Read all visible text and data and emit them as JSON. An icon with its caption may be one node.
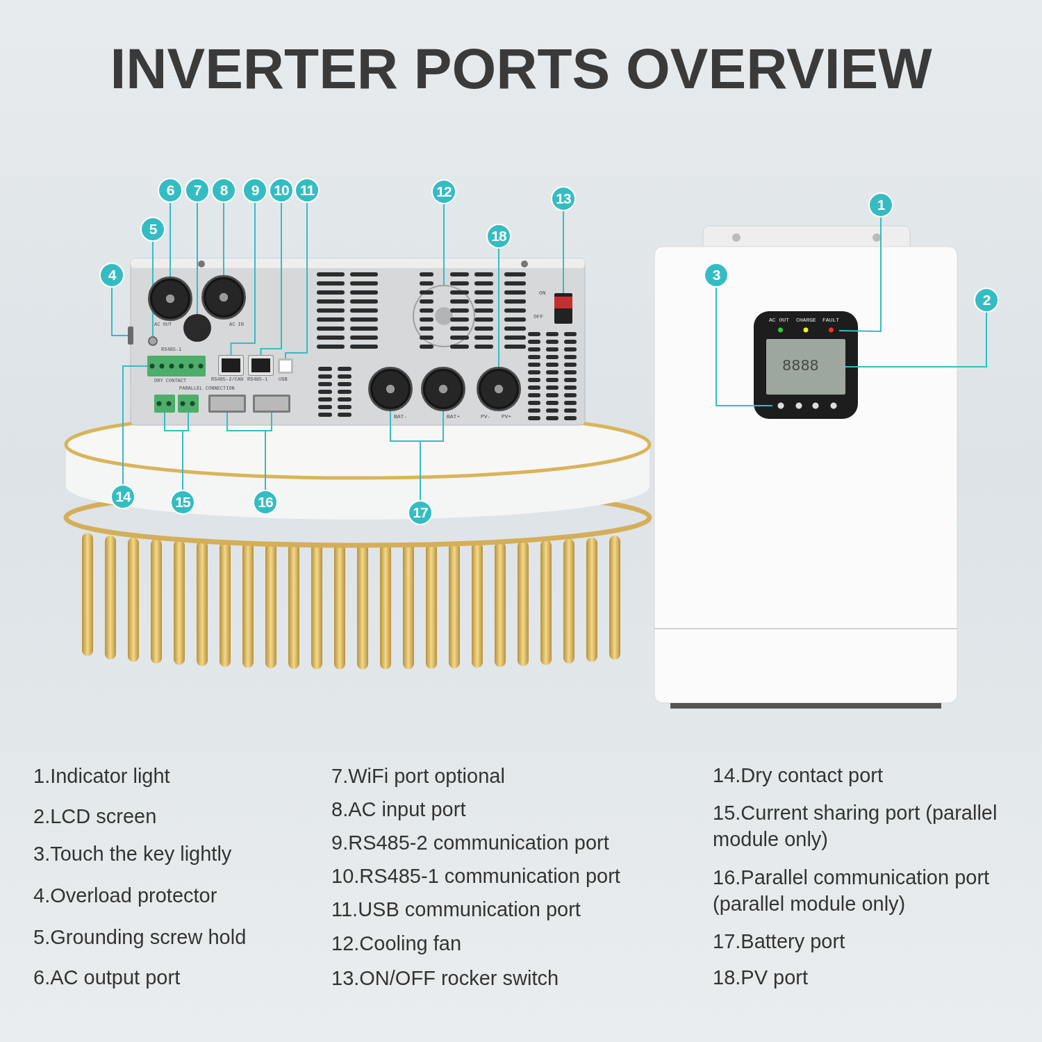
{
  "diagram": {
    "title": "INVERTER PORTS OVERVIEW",
    "nodes": [
      {
        "text": [
          "1"
        ]
      },
      {
        "text": [
          "2"
        ]
      },
      {
        "text": [
          "3"
        ]
      },
      {
        "text": [
          "4"
        ]
      },
      {
        "text": [
          "5"
        ]
      },
      {
        "text": [
          "6"
        ]
      },
      {
        "text": [
          "7"
        ]
      },
      {
        "text": [
          "8"
        ]
      },
      {
        "text": [
          "9"
        ]
      },
      {
        "text": [
          "10"
        ]
      },
      {
        "text": [
          "11"
        ]
      },
      {
        "text": [
          "12"
        ]
      },
      {
        "text": [
          "13"
        ]
      },
      {
        "text": [
          "14"
        ]
      },
      {
        "text": [
          "15"
        ]
      },
      {
        "text": [
          "16"
        ]
      },
      {
        "text": [
          "17"
        ]
      },
      {
        "text": [
          "18"
        ]
      },
      {
        "text": [],
        "shape": "box"
      },
      {
        "text": [],
        "shape": "box"
      },
      {
        "text": [],
        "shape": "box"
      },
      {
        "text": [],
        "shape": "box"
      },
      {
        "text": [],
        "shape": "circle"
      },
      {
        "text": [],
        "shape": "circle"
      },
      {
        "text": [],
        "shape": "circle"
      },
      {
        "text": [],
        "shape": "circle"
      },
      {
        "text": [],
        "shape": "box"
      },
      {
        "text": [],
        "shape": "box"
      },
      {
        "text": [],
        "shape": "box"
      },
      {
        "text": [],
        "shape": "circle"
      },
      {
        "text": [],
        "shape": "box"
      },
      {
        "text": [],
        "shape": "box"
      },
      {
        "text": [],
        "shape": "box"
      },
      {
        "text": [],
        "shape": "box"
      },
      {
        "text": [],
        "shape": "box"
      },
      {
        "text": [],
        "shape": "box"
      },
      {
        "text": [],
        "shape": "circle"
      },
      {
        "text": [],
        "shape": "circle"
      },
      {
        "text": [],
        "shape": "circle"
      }
    ],
    "edges": [
      {
        "from": 0,
        "to": 18,
        "arrow": "none"
      },
      {
        "from": 1,
        "to": 19,
        "arrow": "none"
      },
      {
        "from": 2,
        "to": 20,
        "arrow": "none"
      },
      {
        "from": 3,
        "to": 21,
        "arrow": "none"
      },
      {
        "from": 4,
        "to": 22,
        "arrow": "none"
      },
      {
        "from": 5,
        "to": 23,
        "arrow": "none"
      },
      {
        "from": 6,
        "to": 24,
        "arrow": "none"
      },
      {
        "from": 7,
        "to": 25,
        "arrow": "none"
      },
      {
        "from": 8,
        "to": 26,
        "arrow": "none"
      },
      {
        "from": 9,
        "to": 27,
        "arrow": "none"
      },
      {
        "from": 10,
        "to": 28,
        "arrow": "none"
      },
      {
        "from": 11,
        "to": 29,
        "arrow": "none"
      },
      {
        "from": 12,
        "to": 30,
        "arrow": "none"
      },
      {
        "from": 13,
        "to": 31,
        "arrow": "none"
      },
      {
        "from": 14,
        "to": 32,
        "arrow": "none"
      },
      {
        "from": 14,
        "to": 33,
        "arrow": "none"
      },
      {
        "from": 15,
        "to": 34,
        "arrow": "none"
      },
      {
        "from": 15,
        "to": 35,
        "arrow": "none"
      },
      {
        "from": 16,
        "to": 36,
        "arrow": "none"
      },
      {
        "from": 16,
        "to": 37,
        "arrow": "none"
      },
      {
        "from": 17,
        "to": 38,
        "arrow": "none"
      }
    ],
    "labels": [
      "AC OUT",
      "AC IN",
      "RS485-1",
      "DRY CONTACT",
      "RS485-2/CAN",
      "RS485-1",
      "USB",
      "PARALLEL CONNECTION",
      "ON",
      "OFF",
      "BAT-",
      "BAT+",
      "PV-",
      "PV+",
      "AC OUT",
      "CHARGE",
      "FAULT",
      "8888",
      "1.Indicator light",
      "2.LCD screen",
      "3.Touch the key lightly",
      "4.Overload protector",
      "5.Grounding screw hold",
      "6.AC output port",
      "7.WiFi port optional",
      "8.AC input port",
      "9.RS485-2 communication port",
      "10.RS485-1 communication port",
      "11.USB communication port",
      "12.Cooling fan",
      "13.ON/OFF rocker switch",
      "14.Dry contact port",
      "15.Current sharing port (parallel module only)",
      "16.Parallel communication port (parallel module only)",
      "17.Battery port",
      "18.PV port"
    ]
  }
}
